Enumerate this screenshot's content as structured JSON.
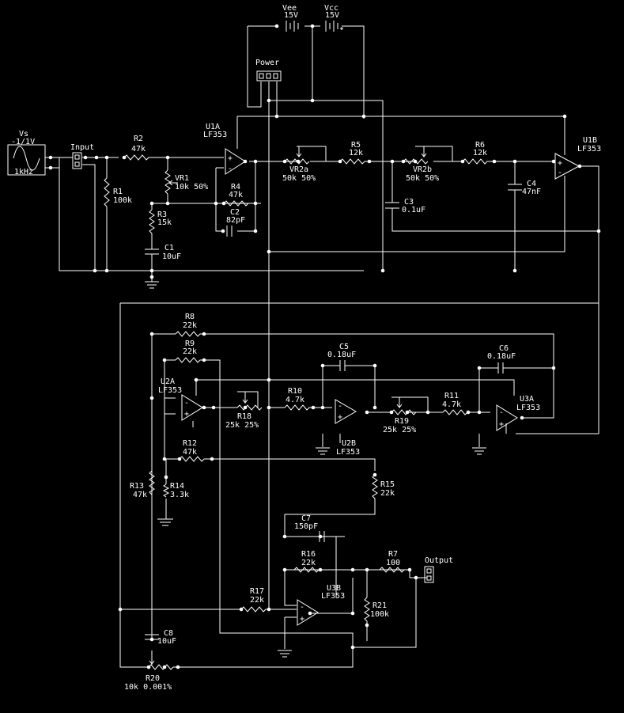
{
  "source": {
    "name": "Vs",
    "amp": "-1/1V",
    "freq": "1kHz"
  },
  "supplies": {
    "vee_label": "Vee",
    "vee_value": "15V",
    "vcc_label": "Vcc",
    "vcc_value": "15V",
    "header_label": "Power"
  },
  "connectors": {
    "input_label": "Input",
    "output_label": "Output"
  },
  "opamps": [
    {
      "ref": "U1A",
      "part": "LF353"
    },
    {
      "ref": "U1B",
      "part": "LF353"
    },
    {
      "ref": "U2A",
      "part": "LF353"
    },
    {
      "ref": "U2B",
      "part": "LF353"
    },
    {
      "ref": "U3A",
      "part": "LF353"
    },
    {
      "ref": "U3B",
      "part": "LF353"
    }
  ],
  "resistors": {
    "R1": {
      "ref": "R1",
      "value": "100k"
    },
    "R2": {
      "ref": "R2",
      "value": "47k"
    },
    "R3": {
      "ref": "R3",
      "value": "15k"
    },
    "R4": {
      "ref": "R4",
      "value": "47k"
    },
    "R5": {
      "ref": "R5",
      "value": "12k"
    },
    "R6": {
      "ref": "R6",
      "value": "12k"
    },
    "R7": {
      "ref": "R7",
      "value": "100"
    },
    "R8": {
      "ref": "R8",
      "value": "22k"
    },
    "R9": {
      "ref": "R9",
      "value": "22k"
    },
    "R10": {
      "ref": "R10",
      "value": "4.7k"
    },
    "R11": {
      "ref": "R11",
      "value": "4.7k"
    },
    "R12": {
      "ref": "R12",
      "value": "47k"
    },
    "R13": {
      "ref": "R13",
      "value": "47k"
    },
    "R14": {
      "ref": "R14",
      "value": "3.3k"
    },
    "R15": {
      "ref": "R15",
      "value": "22k"
    },
    "R16": {
      "ref": "R16",
      "value": "22k"
    },
    "R17": {
      "ref": "R17",
      "value": "22k"
    },
    "R21": {
      "ref": "R21",
      "value": "100k"
    }
  },
  "pots": {
    "VR1": {
      "ref": "VR1",
      "value": "10k 50%"
    },
    "VR2a": {
      "ref": "VR2a",
      "value": "50k 50%"
    },
    "VR2b": {
      "ref": "VR2b",
      "value": "50k 50%"
    },
    "R18": {
      "ref": "R18",
      "value": "25k 25%"
    },
    "R19": {
      "ref": "R19",
      "value": "25k 25%"
    },
    "R20": {
      "ref": "R20",
      "value": "10k 0.001%"
    }
  },
  "capacitors": {
    "C1": {
      "ref": "C1",
      "value": "10uF"
    },
    "C2": {
      "ref": "C2",
      "value": "82pF"
    },
    "C3": {
      "ref": "C3",
      "value": "0.1uF"
    },
    "C4": {
      "ref": "C4",
      "value": "47nF"
    },
    "C5": {
      "ref": "C5",
      "value": "0.18uF"
    },
    "C6": {
      "ref": "C6",
      "value": "0.18uF"
    },
    "C7": {
      "ref": "C7",
      "value": "150pF"
    },
    "C8": {
      "ref": "C8",
      "value": "10uF"
    }
  }
}
